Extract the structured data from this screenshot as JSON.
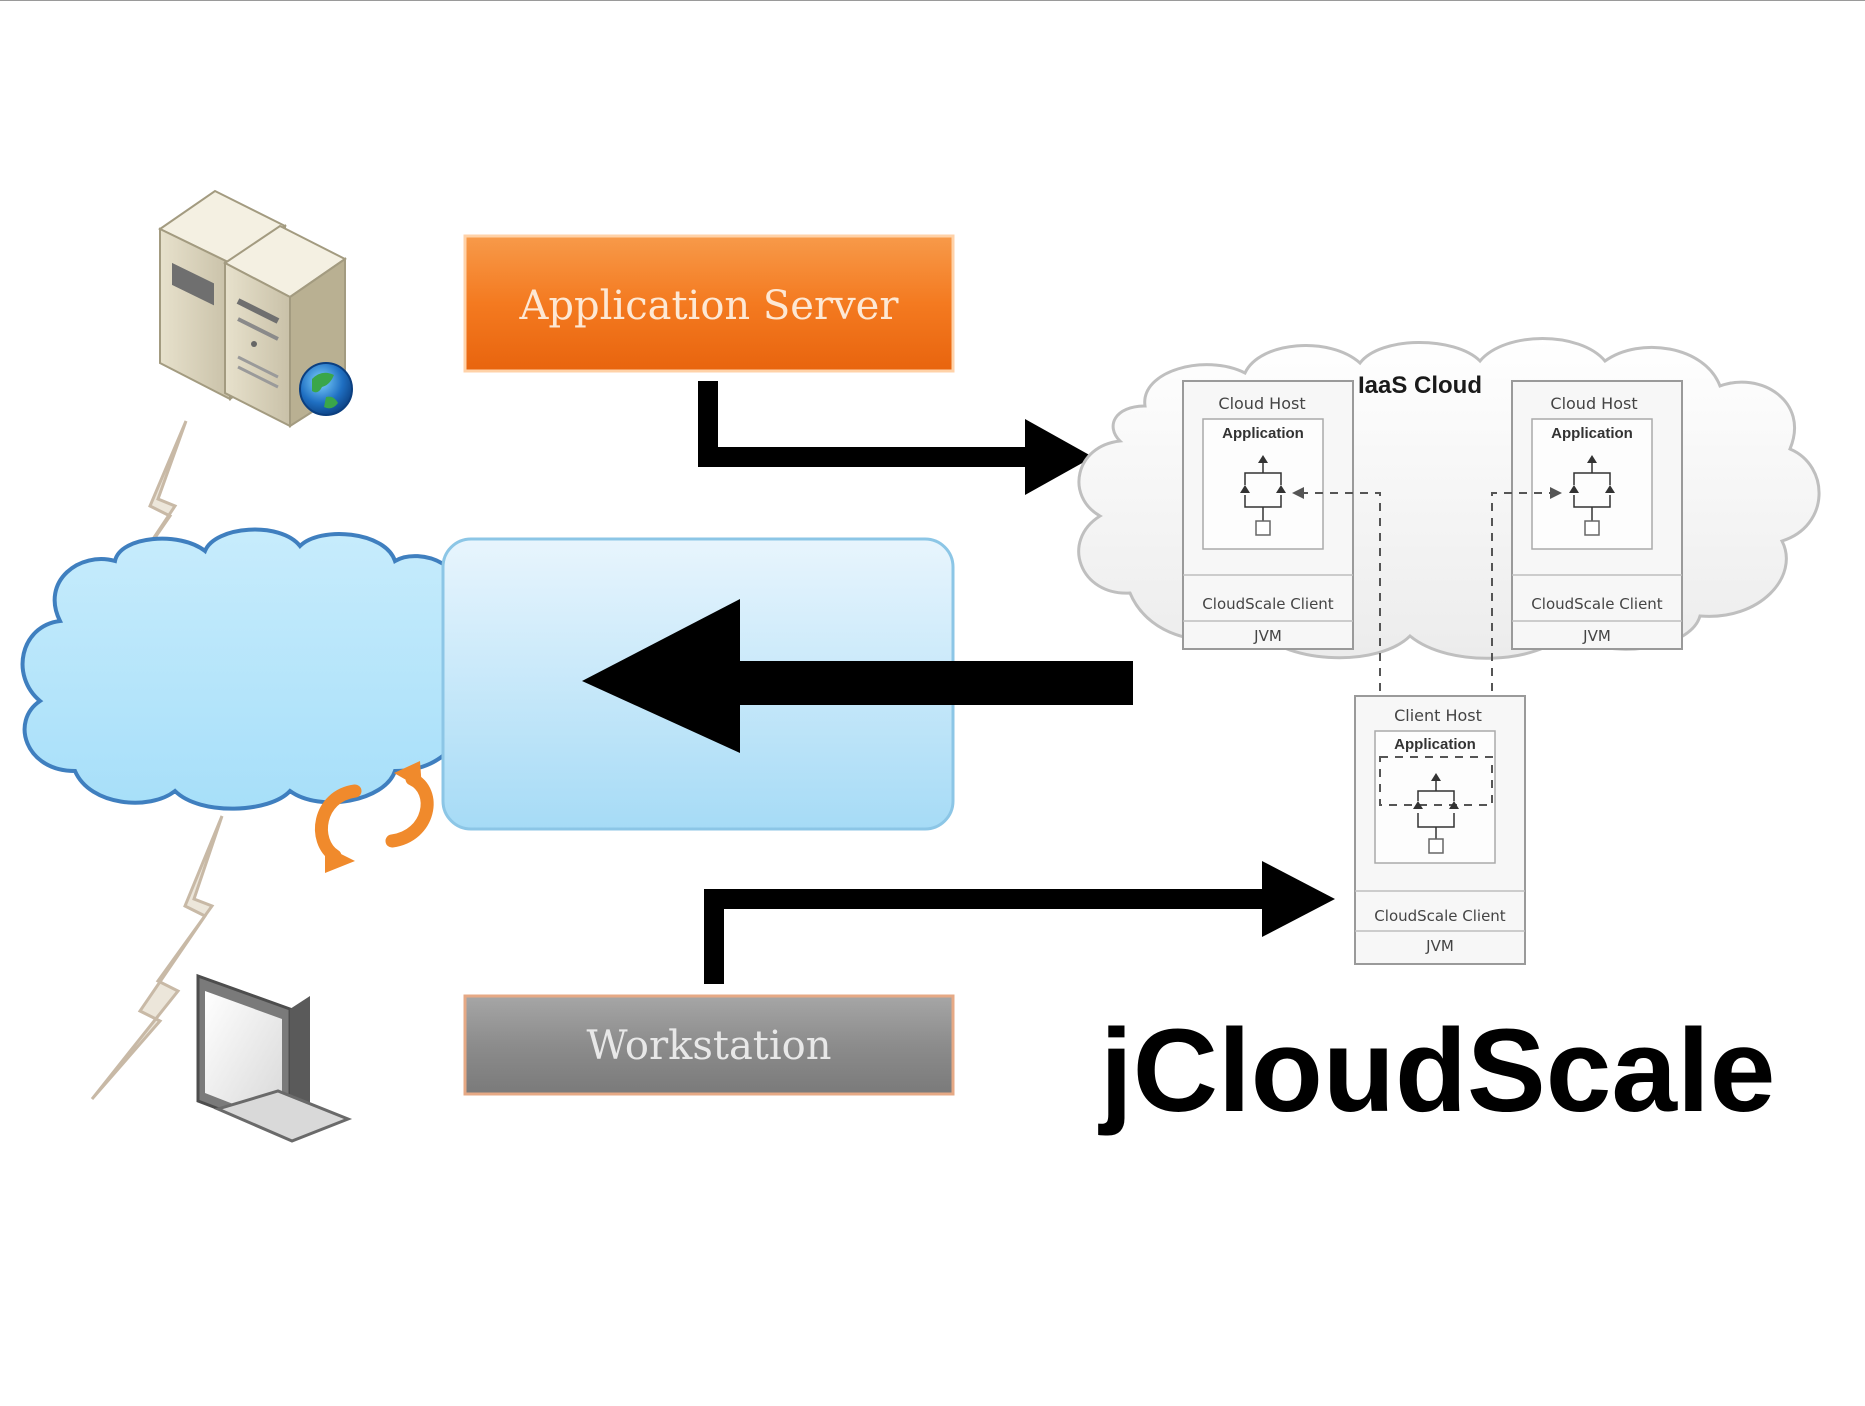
{
  "application_server": {
    "label": "Application Server"
  },
  "workstation": {
    "label": "Workstation"
  },
  "iaas_cloud": {
    "title": "IaaS Cloud",
    "hosts": [
      {
        "title": "Cloud Host",
        "app": "Application",
        "client": "CloudScale Client",
        "jvm": "JVM"
      },
      {
        "title": "Cloud Host",
        "app": "Application",
        "client": "CloudScale Client",
        "jvm": "JVM"
      }
    ]
  },
  "client_host": {
    "title": "Client Host",
    "app": "Application",
    "client": "CloudScale Client",
    "jvm": "JVM"
  },
  "brand": {
    "title": "jCloudScale"
  },
  "colors": {
    "orange": "#f47a20",
    "orange_dark": "#e8640e",
    "blue_light": "#dff0fb",
    "blue_mid": "#a9dcf6",
    "gray_box": "#8a8a8a",
    "arrow": "#000000"
  }
}
